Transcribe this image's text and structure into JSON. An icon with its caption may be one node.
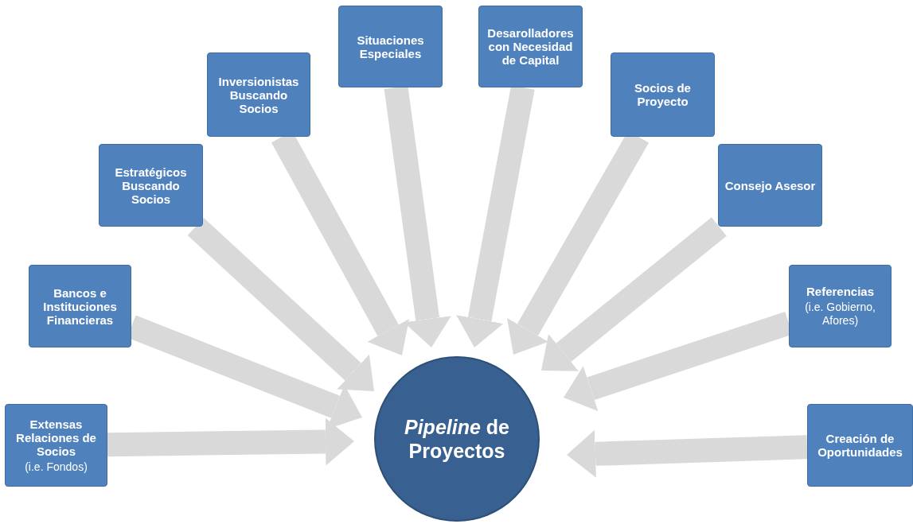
{
  "diagram": {
    "nodes": [
      {
        "text": [
          "Extensas Relaciones de Socios",
          "(i.e. Fondos)"
        ]
      },
      {
        "text": [
          "Bancos e Instituciones Financieras"
        ]
      },
      {
        "text": [
          "Estratégicos Buscando Socios"
        ]
      },
      {
        "text": [
          "Inversionistas Buscando Socios"
        ]
      },
      {
        "text": [
          "Situaciones Especiales"
        ]
      },
      {
        "text": [
          "Desarolladores con Necesidad de Capital"
        ]
      },
      {
        "text": [
          "Socios de Proyecto"
        ]
      },
      {
        "text": [
          "Consejo Asesor"
        ]
      },
      {
        "text": [
          "Referencias",
          "(i.e. Gobierno, Afores)"
        ]
      },
      {
        "text": [
          "Creación de Oportunidades"
        ]
      },
      {
        "text": [
          "*Pipeline* de Proyectos"
        ]
      }
    ],
    "edges": [
      {
        "from": 0,
        "to": 10,
        "arrow": "to"
      },
      {
        "from": 1,
        "to": 10,
        "arrow": "to"
      },
      {
        "from": 2,
        "to": 10,
        "arrow": "to"
      },
      {
        "from": 3,
        "to": 10,
        "arrow": "to"
      },
      {
        "from": 4,
        "to": 10,
        "arrow": "to"
      },
      {
        "from": 5,
        "to": 10,
        "arrow": "to"
      },
      {
        "from": 6,
        "to": 10,
        "arrow": "to"
      },
      {
        "from": 7,
        "to": 10,
        "arrow": "to"
      },
      {
        "from": 8,
        "to": 10,
        "arrow": "to"
      },
      {
        "from": 9,
        "to": 10,
        "arrow": "to"
      }
    ]
  }
}
